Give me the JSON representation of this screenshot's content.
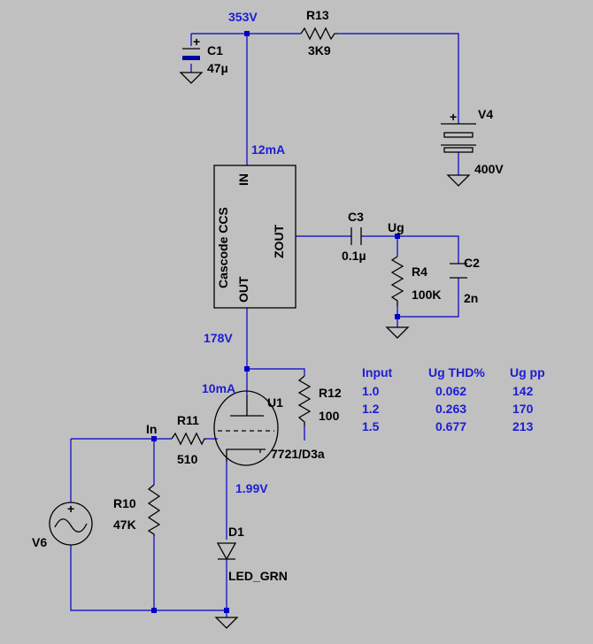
{
  "colors": {
    "background": "#c0c0c0",
    "wire": "#0000c8",
    "net_label": "#1c1cd6",
    "component": "#000000"
  },
  "nets": {
    "v353": "353V",
    "i12": "12mA",
    "v178": "178V",
    "i10": "10mA",
    "v199": "1.99V",
    "ug": "Ug",
    "in": "In"
  },
  "components": {
    "c1": {
      "ref": "C1",
      "value": "47µ"
    },
    "r13": {
      "ref": "R13",
      "value": "3K9"
    },
    "v4": {
      "ref": "V4",
      "value": "400V",
      "plus": "+"
    },
    "ccs": {
      "name": "Cascode CCS",
      "pin_in": "IN",
      "pin_out": "OUT",
      "pin_zout": "ZOUT"
    },
    "c3": {
      "ref": "C3",
      "value": "0.1µ"
    },
    "r4": {
      "ref": "R4",
      "value": "100K"
    },
    "c2": {
      "ref": "C2",
      "value": "2n"
    },
    "r12": {
      "ref": "R12",
      "value": "100"
    },
    "u1": {
      "ref": "U1",
      "value": "7721/D3a"
    },
    "r11": {
      "ref": "R11",
      "value": "510"
    },
    "r10": {
      "ref": "R10",
      "value": "47K"
    },
    "v6": {
      "ref": "V6"
    },
    "d1": {
      "ref": "D1",
      "value": "LED_GRN"
    }
  },
  "table": {
    "headers": [
      "Input",
      "Ug THD%",
      "Ug pp"
    ],
    "rows": [
      [
        "1.0",
        "0.062",
        "142"
      ],
      [
        "1.2",
        "0.263",
        "170"
      ],
      [
        "1.5",
        "0.677",
        "213"
      ]
    ]
  }
}
